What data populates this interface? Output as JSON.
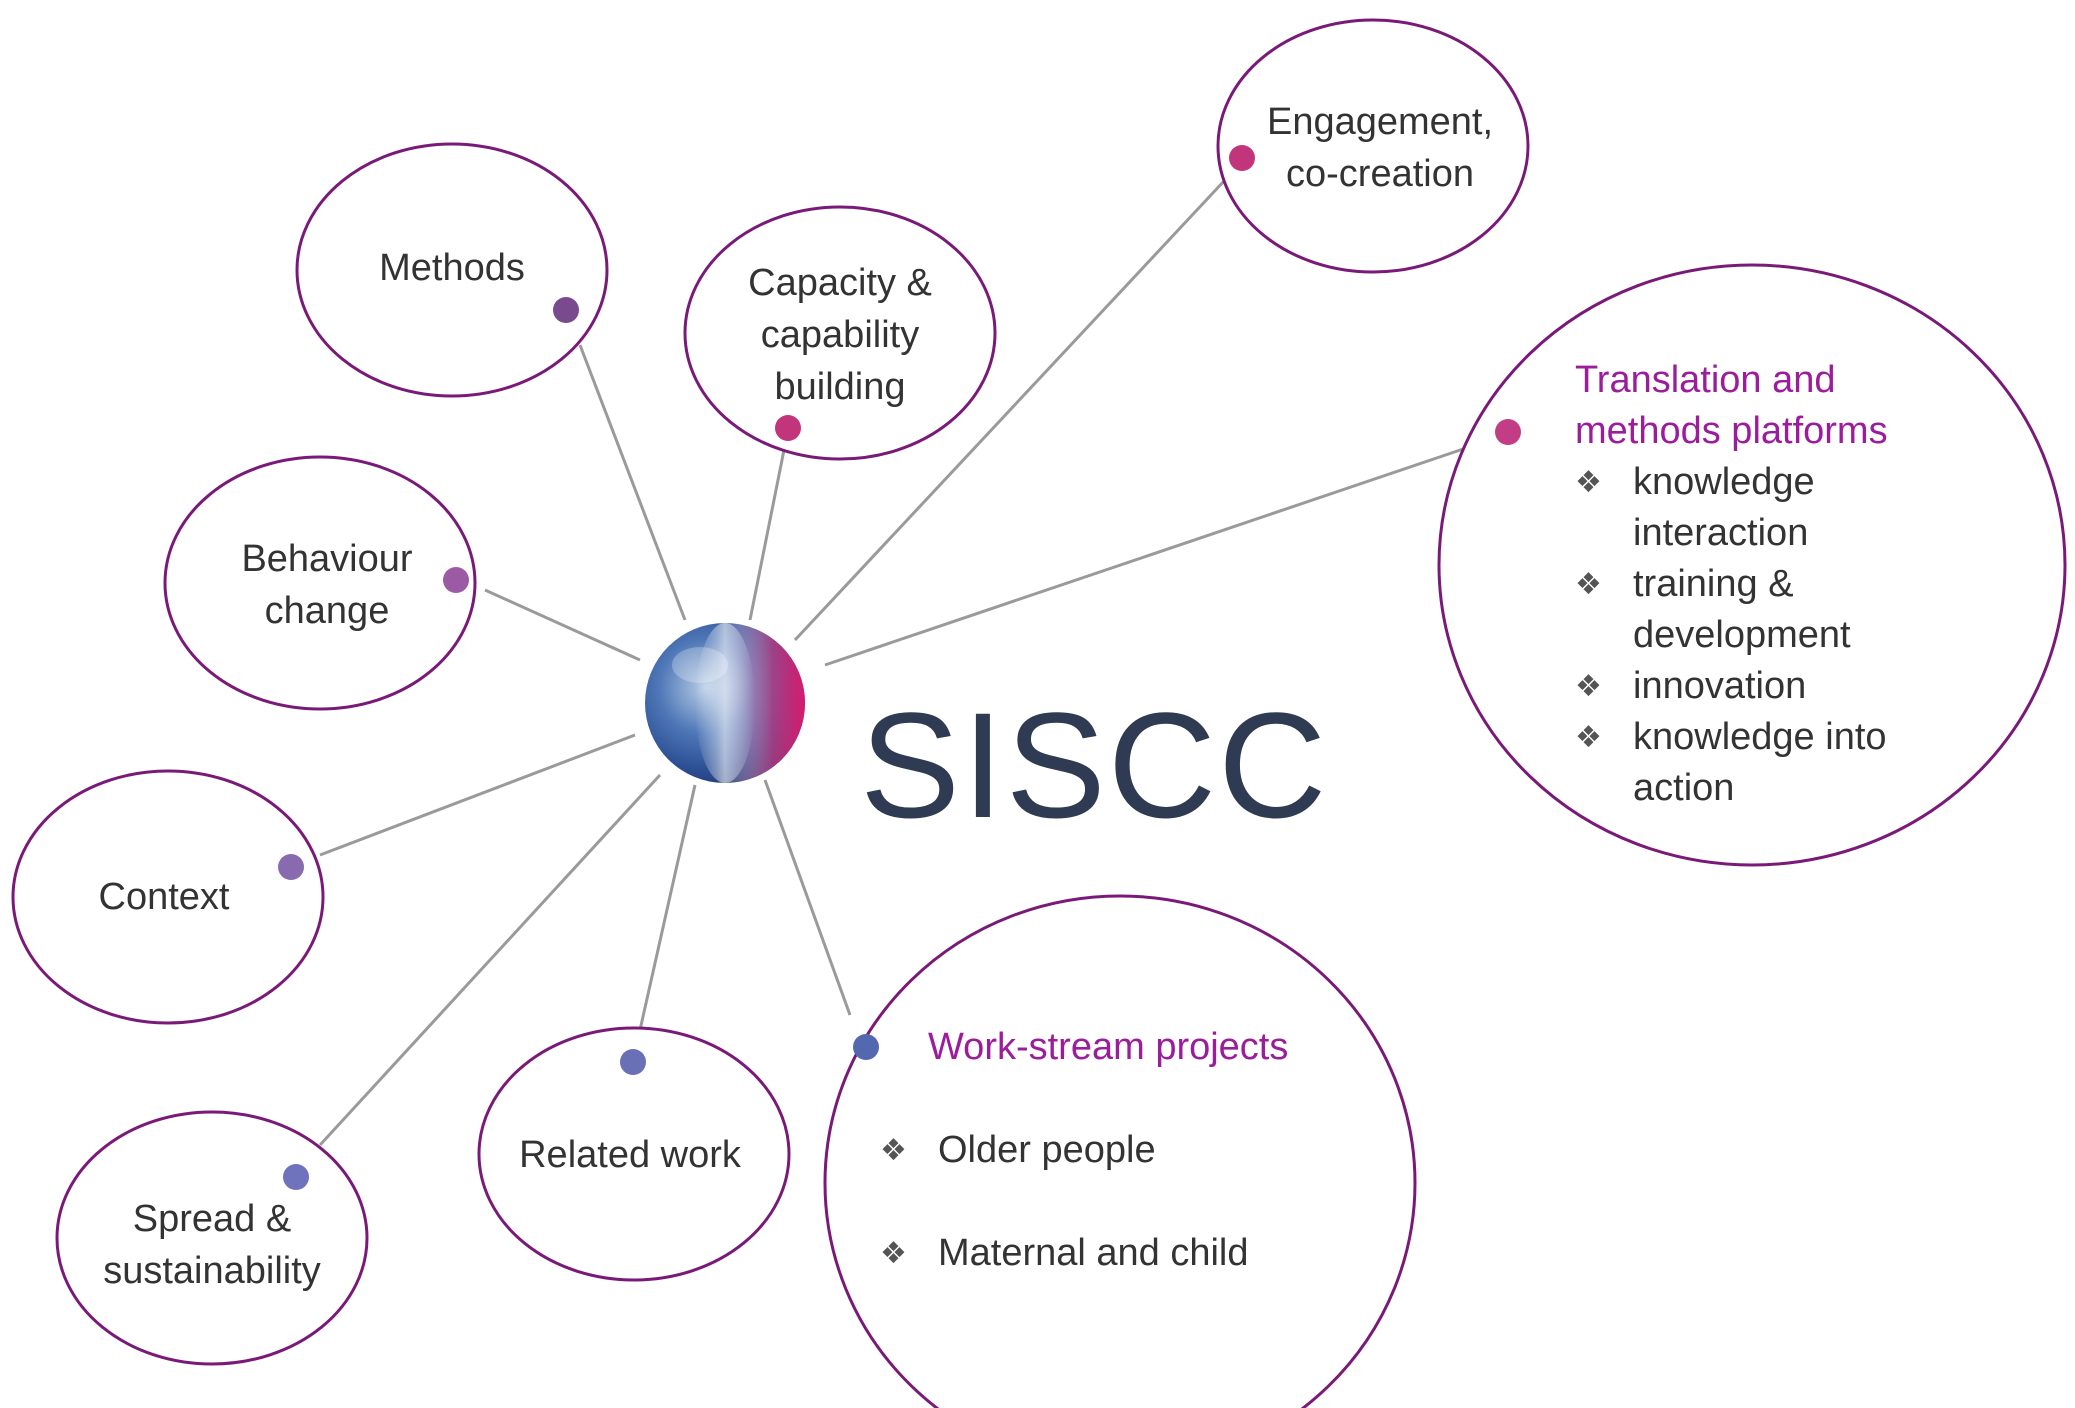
{
  "brand": {
    "name": "SISCC"
  },
  "colors": {
    "circle_stroke": "#7a1a78",
    "connector": "#9a9a9a",
    "accent_text": "#9b1d9b",
    "dot_purple": "#8b4a93",
    "dot_magenta": "#c2357a",
    "dot_blue": "#5b6cb3"
  },
  "nodes": {
    "methods": {
      "label": [
        "Methods"
      ]
    },
    "capacity": {
      "label": [
        "Capacity &",
        "capability",
        "building"
      ]
    },
    "engagement": {
      "label": [
        "Engagement,",
        "co-creation"
      ]
    },
    "behaviour": {
      "label": [
        "Behaviour",
        "change"
      ]
    },
    "context": {
      "label": [
        "Context"
      ]
    },
    "spread": {
      "label": [
        "Spread &",
        "sustainability"
      ]
    },
    "related": {
      "label": [
        "Related work"
      ]
    },
    "workstream": {
      "title": "Work-stream projects",
      "bullets": [
        "Older people",
        "Maternal and child"
      ]
    },
    "translation": {
      "title": [
        "Translation and",
        "methods platforms"
      ],
      "bullets": [
        [
          "knowledge",
          "interaction"
        ],
        [
          "training &",
          "development"
        ],
        [
          "innovation"
        ],
        [
          "knowledge into",
          "action"
        ]
      ]
    }
  },
  "bullet_glyph": "❖"
}
